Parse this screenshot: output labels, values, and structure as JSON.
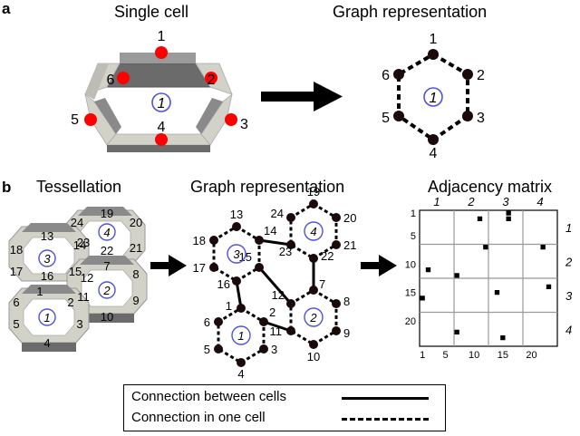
{
  "panel_a": {
    "letter": "a",
    "single_cell_title": "Single cell",
    "graph_title": "Graph representation",
    "cell_label": "1",
    "node_labels": [
      "1",
      "2",
      "3",
      "4",
      "5",
      "6"
    ],
    "graph_cell_label": "1"
  },
  "panel_b": {
    "letter": "b",
    "tessellation_title": "Tessellation",
    "graph_title": "Graph representation",
    "matrix_title": "Adjacency matrix",
    "cell_labels": [
      "1",
      "2",
      "3",
      "4"
    ],
    "tess_node_labels": [
      "1",
      "2",
      "3",
      "4",
      "5",
      "6",
      "7",
      "8",
      "9",
      "10",
      "11",
      "12",
      "13",
      "14",
      "15",
      "16",
      "17",
      "18",
      "19",
      "20",
      "21",
      "22",
      "23",
      "24"
    ],
    "graph_node_labels": [
      "1",
      "2",
      "3",
      "4",
      "5",
      "6",
      "7",
      "8",
      "9",
      "10",
      "11",
      "12",
      "13",
      "14",
      "15",
      "16",
      "17",
      "18",
      "19",
      "20",
      "21",
      "22",
      "23",
      "24"
    ]
  },
  "matrix": {
    "col_headers": [
      "1",
      "2",
      "3",
      "4"
    ],
    "row_headers": [
      "1",
      "2",
      "3",
      "4"
    ],
    "y_ticks": [
      "1",
      "5",
      "10",
      "15",
      "20"
    ],
    "x_ticks": [
      "1",
      "5",
      "10",
      "15",
      "20"
    ],
    "size": 24,
    "connections": [
      [
        2,
        11
      ],
      [
        2,
        16
      ],
      [
        7,
        12
      ],
      [
        7,
        22
      ],
      [
        11,
        2
      ],
      [
        14,
        23
      ],
      [
        16,
        1
      ],
      [
        12,
        7
      ],
      [
        15,
        14
      ],
      [
        22,
        7
      ],
      [
        23,
        15
      ],
      [
        1,
        16
      ]
    ]
  },
  "legend": {
    "between_cells": "Connection between cells",
    "in_one_cell": "Connection in one cell"
  },
  "colors": {
    "node_red": "#ff0000",
    "node_dark": "#1a0a0a",
    "cell_circle": "#5050e0",
    "frame_dark": "#6b6b6b",
    "frame_mid": "#9a9a9a",
    "frame_light": "#d2d2c8",
    "grid": "#999999"
  }
}
